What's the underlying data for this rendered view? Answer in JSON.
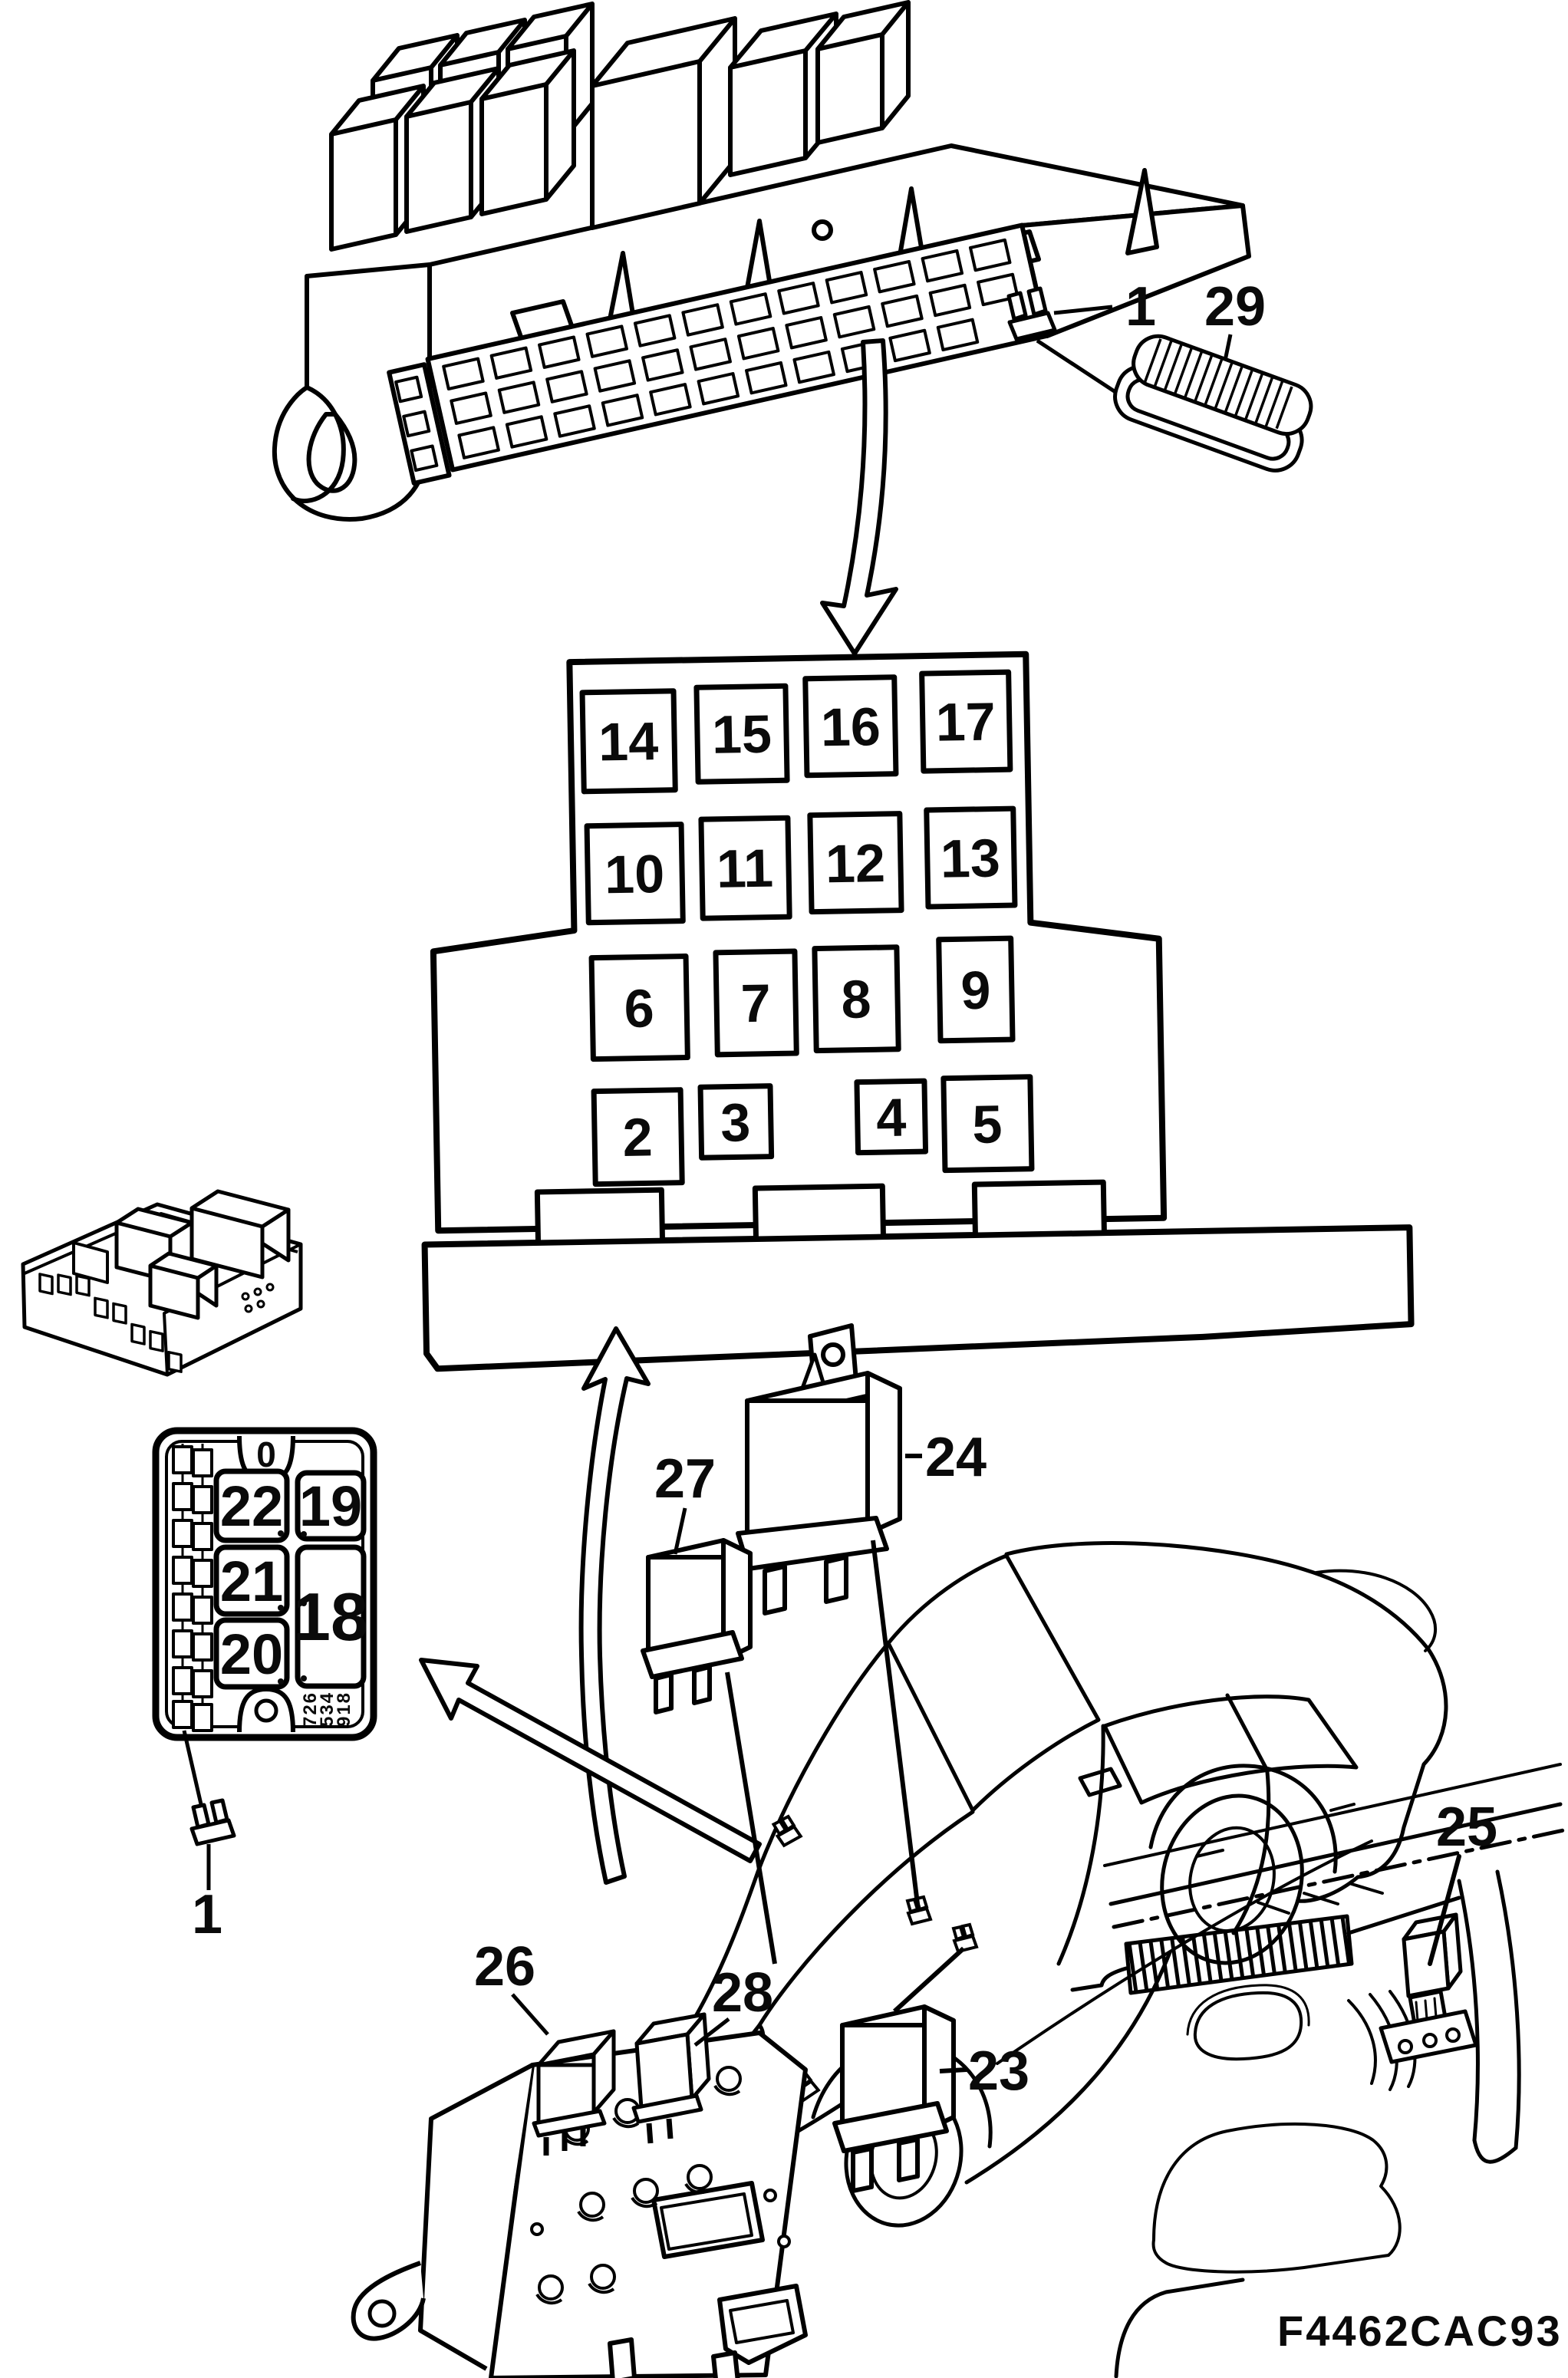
{
  "figure_code": {
    "left": "F4462",
    "right": "CAC93"
  },
  "callouts": {
    "top_clip": "1",
    "retainer": "29",
    "relay24": "24",
    "relay27": "27",
    "relay23": "23",
    "relay25": "25",
    "relay26": "26",
    "relay28": "28",
    "fuse_panel_clip": "1"
  },
  "relay_panel": {
    "rows": [
      [
        "14",
        "15",
        "16",
        "17"
      ],
      [
        "10",
        "11",
        "12",
        "13"
      ],
      [
        "6",
        "7",
        "8",
        "9"
      ],
      [
        "2",
        "3",
        "4",
        "5"
      ]
    ]
  },
  "fuse_panel": {
    "top_mark": "0",
    "cells": {
      "f22": "22",
      "f19": "19",
      "f21": "21",
      "f18": "18",
      "f20": "20"
    },
    "part_number": [
      "726",
      "534",
      "918"
    ]
  }
}
